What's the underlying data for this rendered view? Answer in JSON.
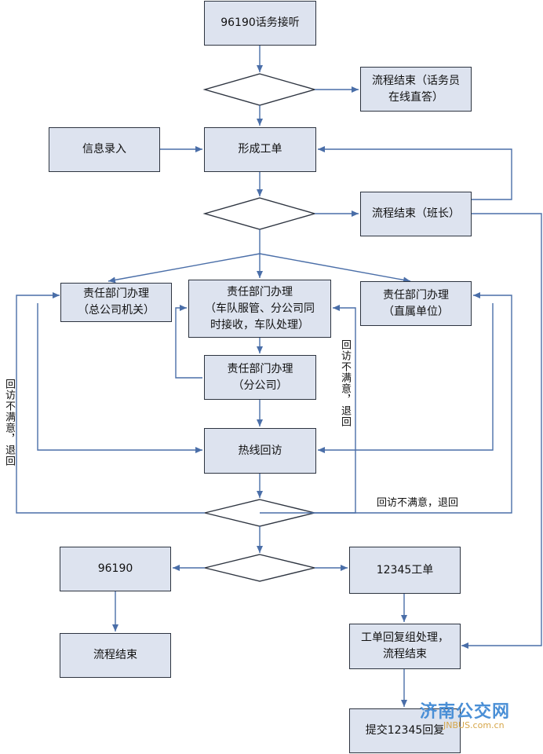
{
  "nodes": {
    "start": "96190话务接听",
    "end_operator": "流程结束（话务员\n在线直答）",
    "info_entry": "信息录入",
    "form_order": "形成工单",
    "end_monitor": "流程结束（班长）",
    "dept_hq": "责任部门办理\n（总公司机关）",
    "dept_fleet": "责任部门办理\n（车队服管、分公司同\n时接收，车队处理）",
    "dept_direct": "责任部门办理\n（直属单位）",
    "dept_branch": "责任部门办理\n（分公司）",
    "hotline_visit": "热线回访",
    "n96190": "96190",
    "n12345_order": "12345工单",
    "end_flow": "流程结束",
    "reply_group": "工单回复组处理，\n流程结束",
    "submit_12345": "提交12345回复"
  },
  "labels": {
    "return_left": "回访不满意，退回",
    "return_mid": "回访不满意，退回",
    "return_right": "回访不满意，退回"
  },
  "watermark": {
    "title": "济南公交网",
    "url": "JNBUS.com.cn"
  },
  "colors": {
    "box_fill": "#dde3ef",
    "box_border": "#2d3440",
    "arrow": "#4a6ea8"
  }
}
